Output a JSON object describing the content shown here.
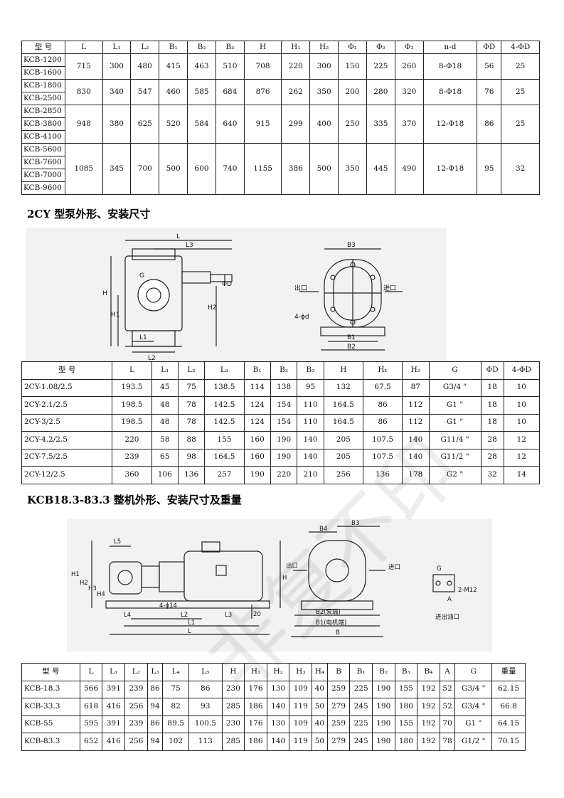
{
  "table1": {
    "headers": [
      "型 号",
      "L",
      "L₁",
      "L₂",
      "B₁",
      "B₂",
      "B₃",
      "H",
      "H₁",
      "H₂",
      "Φ₁",
      "Φ₂",
      "Φ₃",
      "n-d",
      "ΦD",
      "4-ΦD"
    ],
    "groups": [
      {
        "models": [
          "KCB-1200",
          "KCB-1600"
        ],
        "values": [
          "715",
          "300",
          "480",
          "415",
          "463",
          "510",
          "708",
          "220",
          "300",
          "150",
          "225",
          "260",
          "8-Φ18",
          "56",
          "25"
        ]
      },
      {
        "models": [
          "KCB-1800",
          "KCB-2500"
        ],
        "values": [
          "830",
          "340",
          "547",
          "460",
          "585",
          "684",
          "876",
          "262",
          "350",
          "200",
          "280",
          "320",
          "8-Φ18",
          "76",
          "25"
        ]
      },
      {
        "models": [
          "KCB-2850",
          "KCB-3800",
          "KCB-4100"
        ],
        "values": [
          "948",
          "380",
          "625",
          "520",
          "584",
          "640",
          "915",
          "299",
          "400",
          "250",
          "335",
          "370",
          "12-Φ18",
          "86",
          "25"
        ]
      },
      {
        "models": [
          "KCB-5600",
          "KCB-7600",
          "KCB-7000",
          "KCB-9600"
        ],
        "values": [
          "1085",
          "345",
          "700",
          "500",
          "600",
          "740",
          "1155",
          "386",
          "500",
          "350",
          "445",
          "490",
          "12-Φ18",
          "95",
          "32"
        ]
      }
    ]
  },
  "section2": {
    "title": "2CY 型泵外形、安装尺寸"
  },
  "figure1": {
    "left_labels": {
      "L": "L",
      "L3": "L3",
      "G": "G",
      "H": "H",
      "H1": "H1",
      "H2": "H2",
      "phiD": "ΦD",
      "L1": "L1",
      "L2": "L2"
    },
    "right_labels": {
      "B3": "B3",
      "outlet": "出口",
      "inlet": "进口",
      "holes": "4-ϕd",
      "B1": "B1",
      "B2": "B2"
    }
  },
  "table2": {
    "headers": [
      "型 号",
      "L",
      "L₁",
      "L₂",
      "L₃",
      "B₁",
      "B₂",
      "B₃",
      "H",
      "H₁",
      "H₂",
      "G",
      "ΦD",
      "4-ΦD"
    ],
    "rows": [
      [
        "2CY-1.08/2.5",
        "193.5",
        "45",
        "75",
        "138.5",
        "114",
        "138",
        "95",
        "132",
        "67.5",
        "87",
        "G3/4 \"",
        "18",
        "10"
      ],
      [
        "2CY-2.1/2.5",
        "198.5",
        "48",
        "78",
        "142.5",
        "124",
        "154",
        "110",
        "164.5",
        "86",
        "112",
        "G1 \"",
        "18",
        "10"
      ],
      [
        "2CY-3/2.5",
        "198.5",
        "48",
        "78",
        "142.5",
        "124",
        "154",
        "110",
        "164.5",
        "86",
        "112",
        "G1 \"",
        "18",
        "10"
      ],
      [
        "2CY-4.2/2.5",
        "220",
        "58",
        "88",
        "155",
        "160",
        "190",
        "140",
        "205",
        "107.5",
        "140",
        "G11/4 \"",
        "28",
        "12"
      ],
      [
        "2CY-7.5/2.5",
        "239",
        "65",
        "98",
        "164.5",
        "160",
        "190",
        "140",
        "205",
        "107.5",
        "140",
        "G11/2 \"",
        "28",
        "12"
      ],
      [
        "2CY-12/2.5",
        "360",
        "106",
        "136",
        "257",
        "190",
        "220",
        "210",
        "256",
        "136",
        "178",
        "G2 \"",
        "32",
        "14"
      ]
    ]
  },
  "section3": {
    "title": "KCB18.3-83.3 整机外形、安装尺寸及重量"
  },
  "figure2": {
    "labels": {
      "L5": "L5",
      "H1": "H1",
      "H2": "H2",
      "H3": "H3",
      "H4": "H4",
      "holes": "4-ϕ14",
      "L4": "L4",
      "L2": "L2",
      "L3": "L3",
      "L1": "L1",
      "L": "L",
      "H": "H",
      "n20": "20",
      "B4": "B4",
      "B3": "B3",
      "outlet": "出口",
      "inlet": "进口",
      "B2": "B2(泵端)",
      "B1": "B1(电机端)",
      "B": "B",
      "G": "G",
      "A": "A",
      "M12": "2-M12",
      "port": "进出油口"
    }
  },
  "table3": {
    "headers": [
      "型 号",
      "L",
      "L₁",
      "L₂",
      "L₃",
      "L₄",
      "L₅",
      "H",
      "H₁",
      "H₂",
      "H₃",
      "H₄",
      "B",
      "B₁",
      "B₂",
      "B₃",
      "B₄",
      "A",
      "G",
      "重量"
    ],
    "rows": [
      [
        "KCB-18.3",
        "566",
        "391",
        "239",
        "86",
        "75",
        "86",
        "230",
        "176",
        "130",
        "109",
        "40",
        "259",
        "225",
        "190",
        "155",
        "192",
        "52",
        "G3/4 \"",
        "62.15"
      ],
      [
        "KCB-33.3",
        "618",
        "416",
        "256",
        "94",
        "82",
        "93",
        "285",
        "186",
        "140",
        "119",
        "50",
        "279",
        "245",
        "190",
        "180",
        "192",
        "52",
        "G3/4 \"",
        "66.8"
      ],
      [
        "KCB-55",
        "595",
        "391",
        "239",
        "86",
        "89.5",
        "100.5",
        "230",
        "176",
        "130",
        "109",
        "40",
        "259",
        "225",
        "190",
        "155",
        "192",
        "70",
        "G1 \"",
        "64.15"
      ],
      [
        "KCB-83.3",
        "652",
        "416",
        "256",
        "94",
        "102",
        "113",
        "285",
        "186",
        "140",
        "119",
        "50",
        "279",
        "245",
        "190",
        "180",
        "192",
        "78",
        "G1/2 \"",
        "70.15"
      ]
    ]
  },
  "watermark": {
    "text": "非复不印"
  }
}
